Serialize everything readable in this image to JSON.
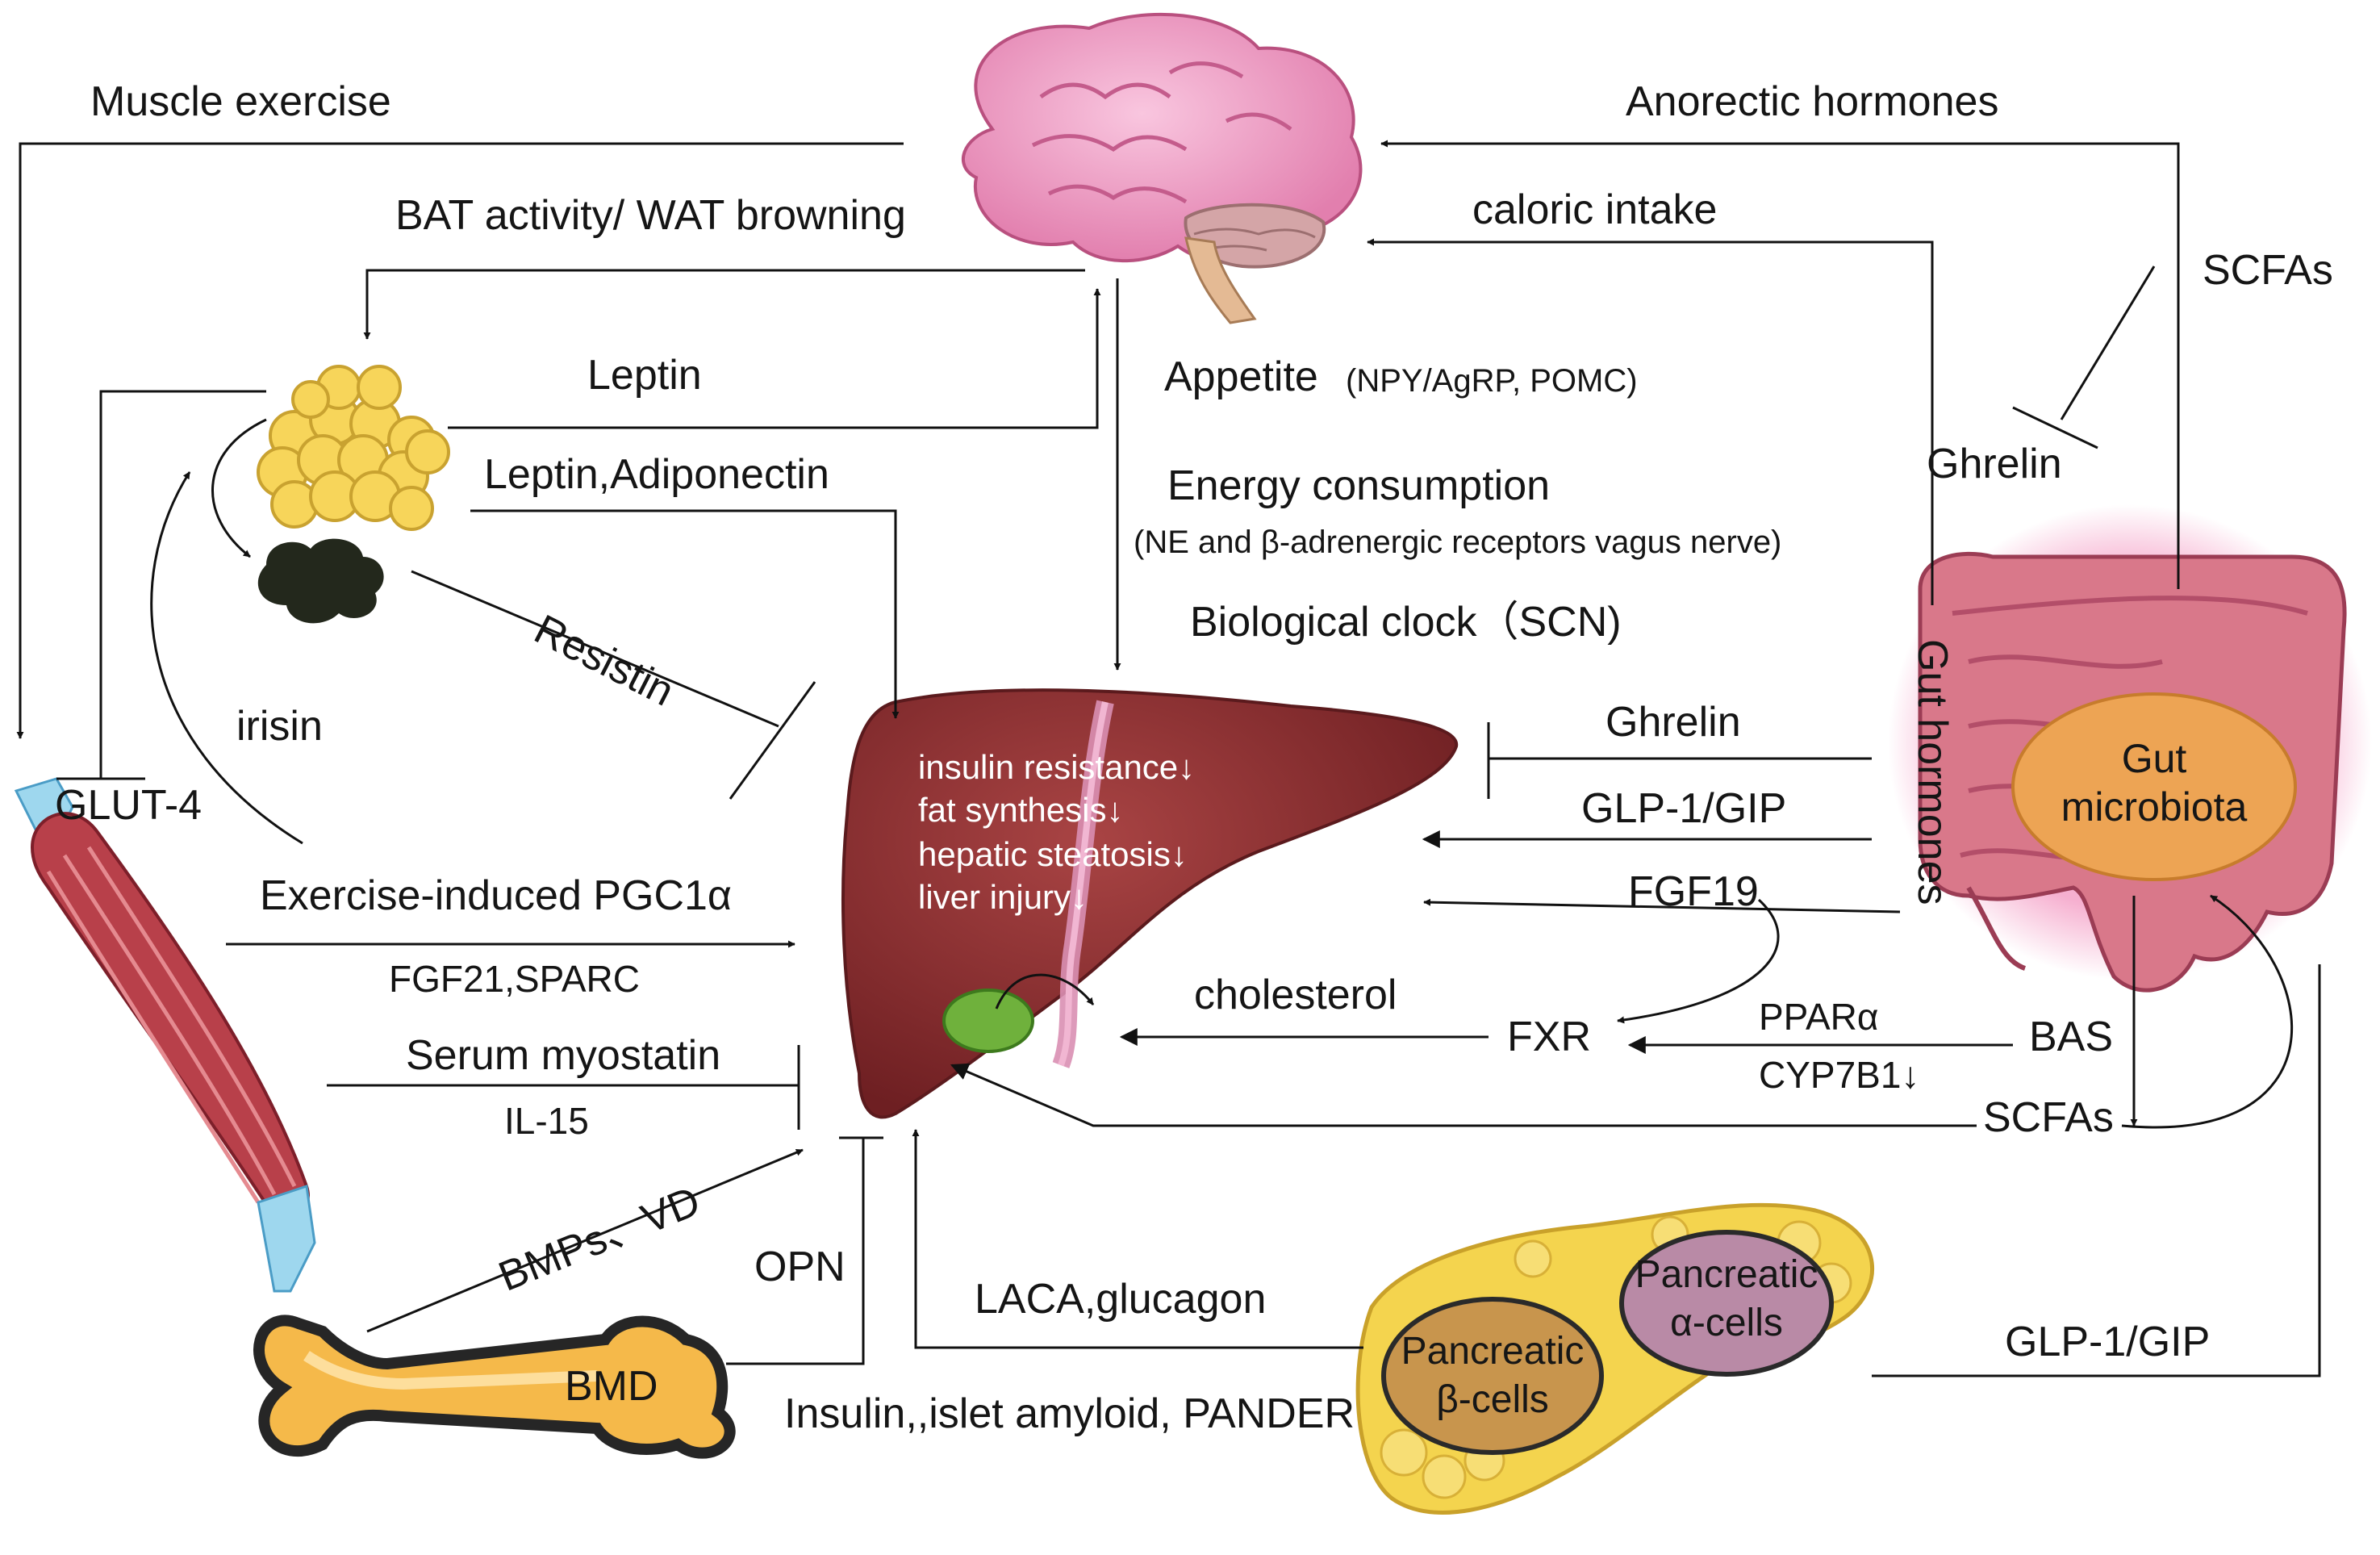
{
  "labels": {
    "muscle_exercise": "Muscle exercise",
    "anorectic_hormones": "Anorectic hormones",
    "bat_activity": "BAT activity/ WAT browning",
    "caloric_intake": "caloric intake",
    "scfas_top": "SCFAs",
    "leptin": "Leptin",
    "appetite": "Appetite",
    "appetite_detail": "(NPY/AgRP,  POMC)",
    "ghrelin_top": "Ghrelin",
    "leptin_adiponectin": "Leptin,Adiponectin",
    "energy_consumption": "Energy consumption",
    "energy_detail": "(NE and β-adrenergic receptors vagus nerve)",
    "biological_clock": "Biological clock（SCN)",
    "resistin": "Resistin",
    "irisin": "irisin",
    "gut_hormones": "Gut hormones",
    "ghrelin_mid": "Ghrelin",
    "glut4": "GLUT-4",
    "glp1_gip_mid": "GLP-1/GIP",
    "exercise_pgc1a": "Exercise-induced PGC1α",
    "fgf19": "FGF19",
    "fgf21_sparc": "FGF21,SPARC",
    "cholesterol": "cholesterol",
    "ppara": "PPARα",
    "serum_myostatin": "Serum myostatin",
    "fxr": "FXR",
    "bas": "BAS",
    "il15": "IL-15",
    "cyp7b1": "CYP7B1↓",
    "scfas_bottom": "SCFAs",
    "bmps_vd": "BMPs、VD",
    "opn": "OPN",
    "laca_glucagon": "LACA,glucagon",
    "glp1_gip_bottom": "GLP-1/GIP",
    "bmd": "BMD",
    "insulin_panders": "Insulin,,islet amyloid, PANDER"
  },
  "liver_effects": [
    "insulin resistance↓",
    "fat synthesis↓",
    "hepatic steatosis↓",
    " liver injury↓"
  ],
  "organ_labels": {
    "gut_microbiota": [
      "Gut",
      "microbiota"
    ],
    "alpha_cells": [
      "Pancreatic",
      "α-cells"
    ],
    "beta_cells": [
      "Pancreatic",
      "β-cells"
    ]
  },
  "colors": {
    "brain": "#f2a3c8",
    "liver": "#8c2e2e",
    "fat": "#f7d55a",
    "brown_fat": "#23281c",
    "muscle": "#b8404a",
    "bone": "#f5b94a",
    "gut": "#d9788a",
    "microbiota": "#eda454",
    "pancreas": "#f4d44e",
    "alpha_cells": "#b98aa6",
    "beta_cells": "#c8954d"
  }
}
